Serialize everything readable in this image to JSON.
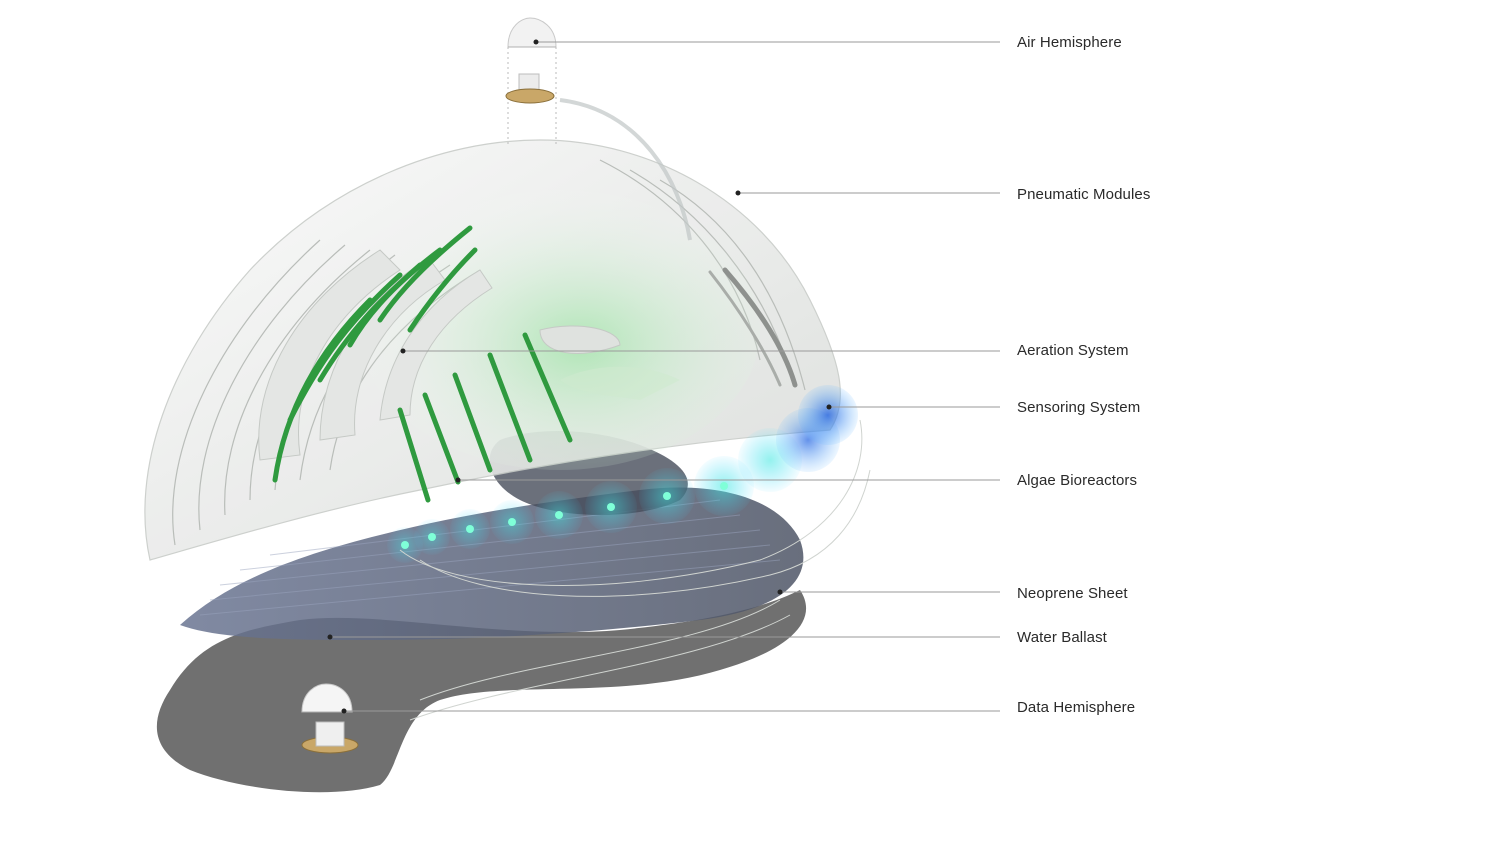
{
  "diagram": {
    "labels": [
      {
        "id": "air-hemisphere",
        "text": "Air Hemisphere"
      },
      {
        "id": "pneumatic-modules",
        "text": "Pneumatic Modules"
      },
      {
        "id": "aeration-system",
        "text": "Aeration System"
      },
      {
        "id": "sensoring-system",
        "text": "Sensoring System"
      },
      {
        "id": "algae-bioreactors",
        "text": "Algae Bioreactors"
      },
      {
        "id": "neoprene-sheet",
        "text": "Neoprene Sheet"
      },
      {
        "id": "water-ballast",
        "text": "Water Ballast"
      },
      {
        "id": "data-hemisphere",
        "text": "Data Hemisphere"
      }
    ],
    "colors": {
      "background": "#ffffff",
      "shell": "#eef0ee",
      "algae_green": "#3aa34a",
      "sensor_blue": "#2f6fe0",
      "sensor_cyan": "#2fd0e0",
      "neoprene": "#59606e",
      "ballast": "#6a6a6a",
      "leader": "#9a9a9a"
    }
  }
}
